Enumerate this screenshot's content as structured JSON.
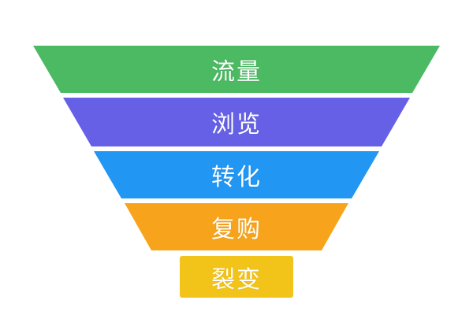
{
  "page": {
    "background_color": "#ffffff"
  },
  "funnel": {
    "type": "funnel",
    "text_color": "#ffffff",
    "stages": [
      {
        "label": "流量",
        "color": "#4cb963"
      },
      {
        "label": "浏览",
        "color": "#6660e6"
      },
      {
        "label": "转化",
        "color": "#2196f3"
      },
      {
        "label": "复购",
        "color": "#f7a41c"
      },
      {
        "label": "裂变",
        "color": "#f2c41a"
      }
    ]
  }
}
